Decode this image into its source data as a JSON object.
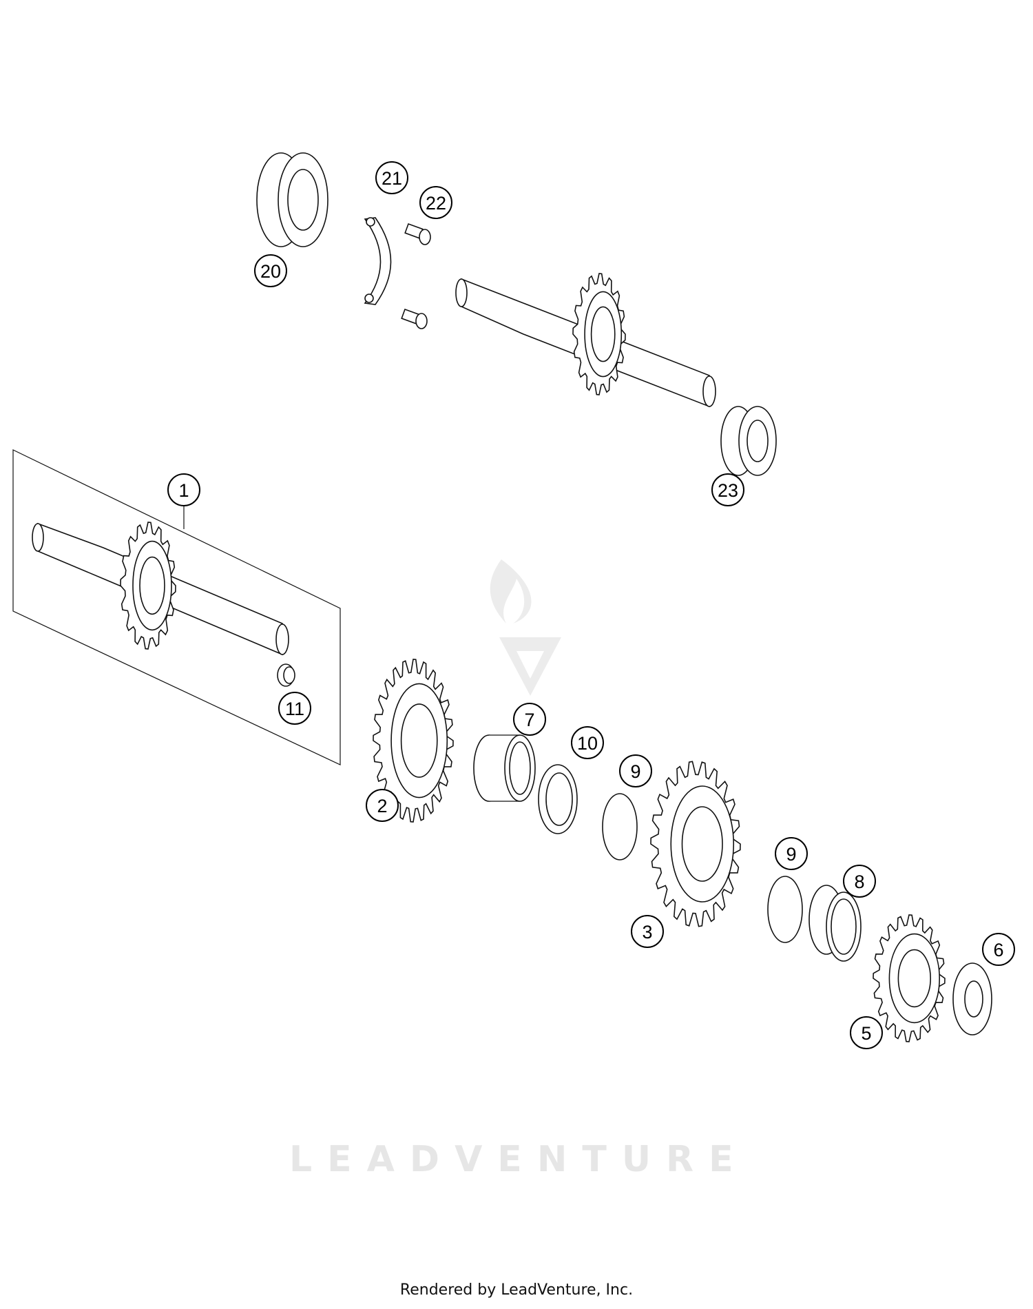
{
  "diagram": {
    "callouts": [
      {
        "id": "c1",
        "label": "1"
      },
      {
        "id": "c20",
        "label": "20"
      },
      {
        "id": "c21",
        "label": "21"
      },
      {
        "id": "c22",
        "label": "22"
      },
      {
        "id": "c23",
        "label": "23"
      },
      {
        "id": "c11",
        "label": "11"
      },
      {
        "id": "c2",
        "label": "2"
      },
      {
        "id": "c7",
        "label": "7"
      },
      {
        "id": "c10",
        "label": "10"
      },
      {
        "id": "c9a",
        "label": "9"
      },
      {
        "id": "c9b",
        "label": "9"
      },
      {
        "id": "c3",
        "label": "3"
      },
      {
        "id": "c8",
        "label": "8"
      },
      {
        "id": "c6",
        "label": "6"
      },
      {
        "id": "c5",
        "label": "5"
      }
    ],
    "watermark": "LEADVENTURE",
    "watermark_color": "#e6e6e6"
  },
  "footer": {
    "text": "Rendered by LeadVenture, Inc."
  }
}
